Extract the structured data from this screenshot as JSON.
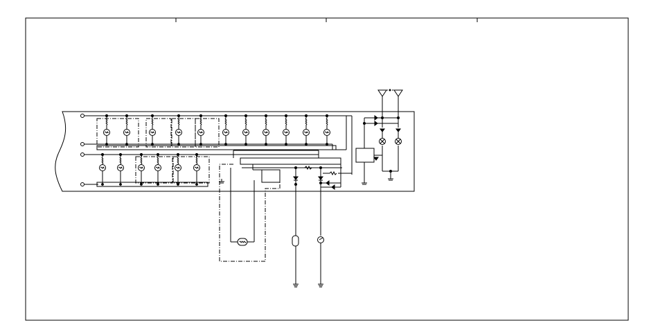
{
  "diagram": {
    "kind": "wiring-schematic",
    "ink_color": "#000000",
    "background_color": "#ffffff",
    "frame": {
      "zone_tick_count": 3
    },
    "cluster": {
      "upper_row_bulb_count": 11,
      "lower_row_bulb_count": 6,
      "connector_pin_count": 4
    },
    "external_components": [
      {
        "name": "lamp-bulb"
      },
      {
        "name": "oval-component"
      },
      {
        "name": "gauge-sender"
      }
    ],
    "antenna_count": 2,
    "ground_count": 5
  }
}
